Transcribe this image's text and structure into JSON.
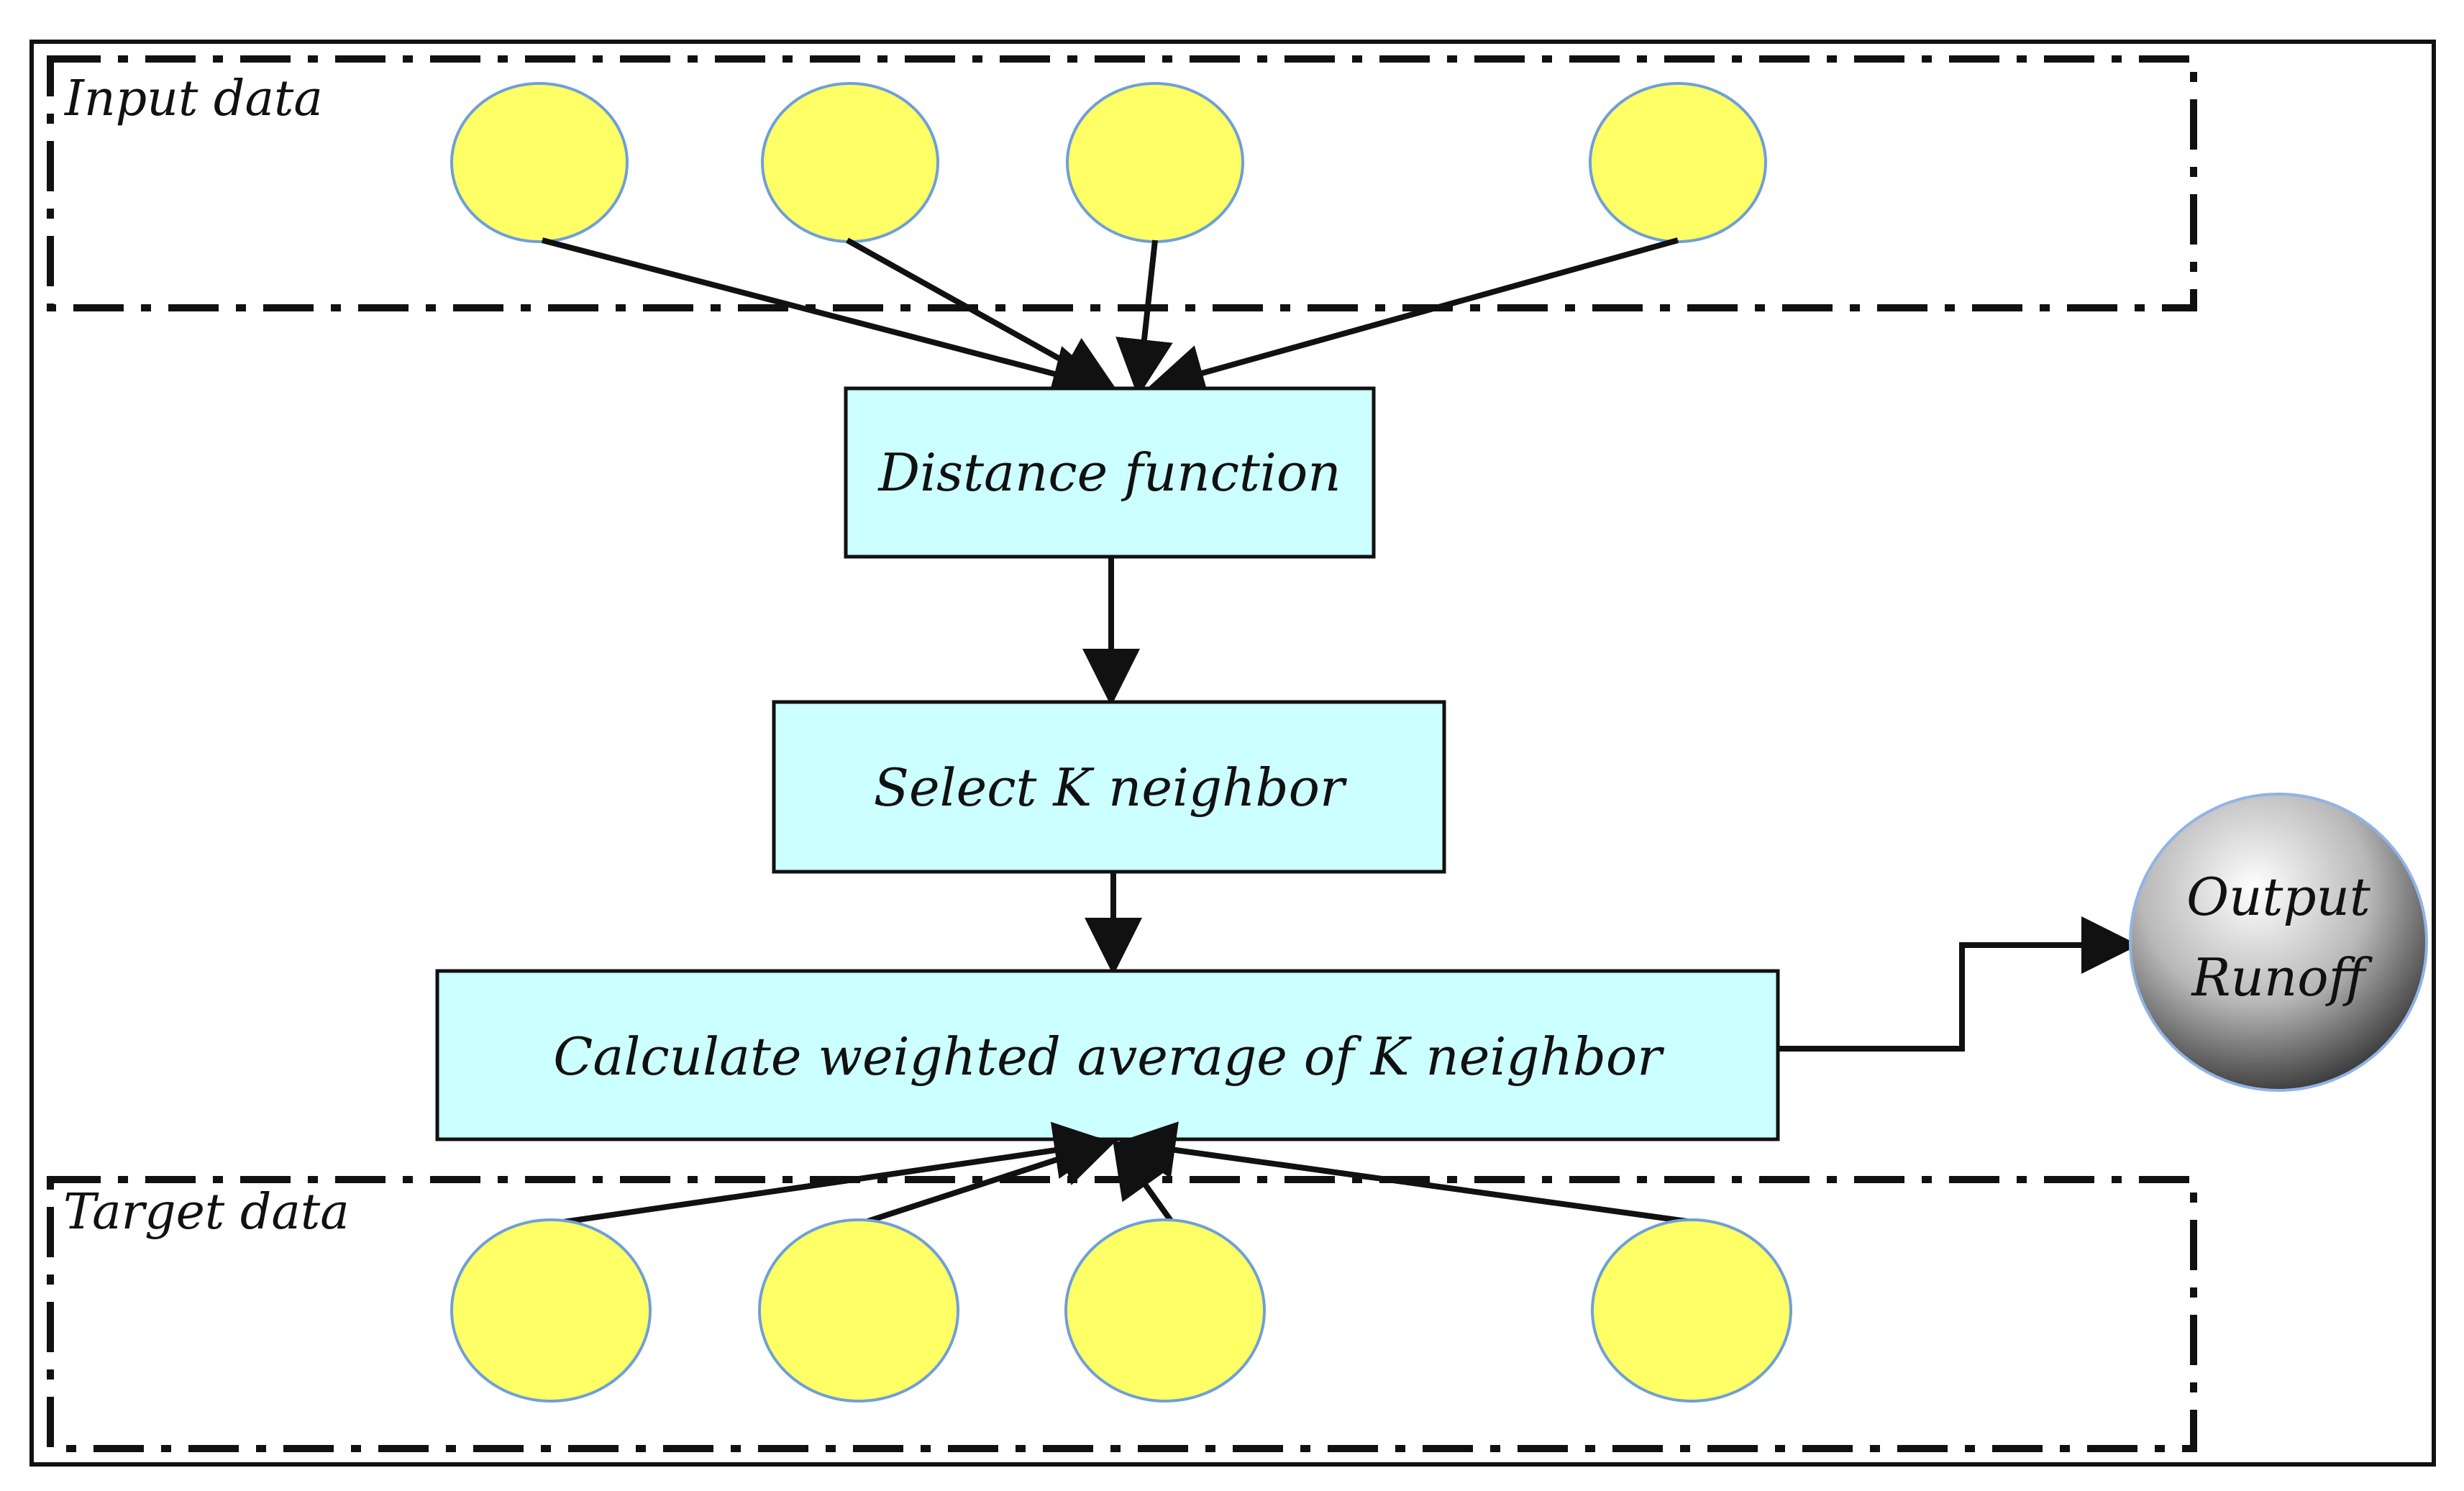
{
  "groups": {
    "input": {
      "label": "Input data"
    },
    "target": {
      "label": "Target data"
    }
  },
  "boxes": {
    "distance": {
      "label": "Distance function"
    },
    "select": {
      "label": "Select K neighbor"
    },
    "calculate": {
      "label": "Calculate weighted average of K neighbor"
    }
  },
  "output": {
    "line1": "Output",
    "line2": "Runoff"
  },
  "colors": {
    "node_fill": "#ffff66",
    "node_stroke": "#6f9fd8",
    "box_fill": "#ccffff",
    "stroke": "#111111",
    "output_sphere": "#b8b8b8"
  }
}
